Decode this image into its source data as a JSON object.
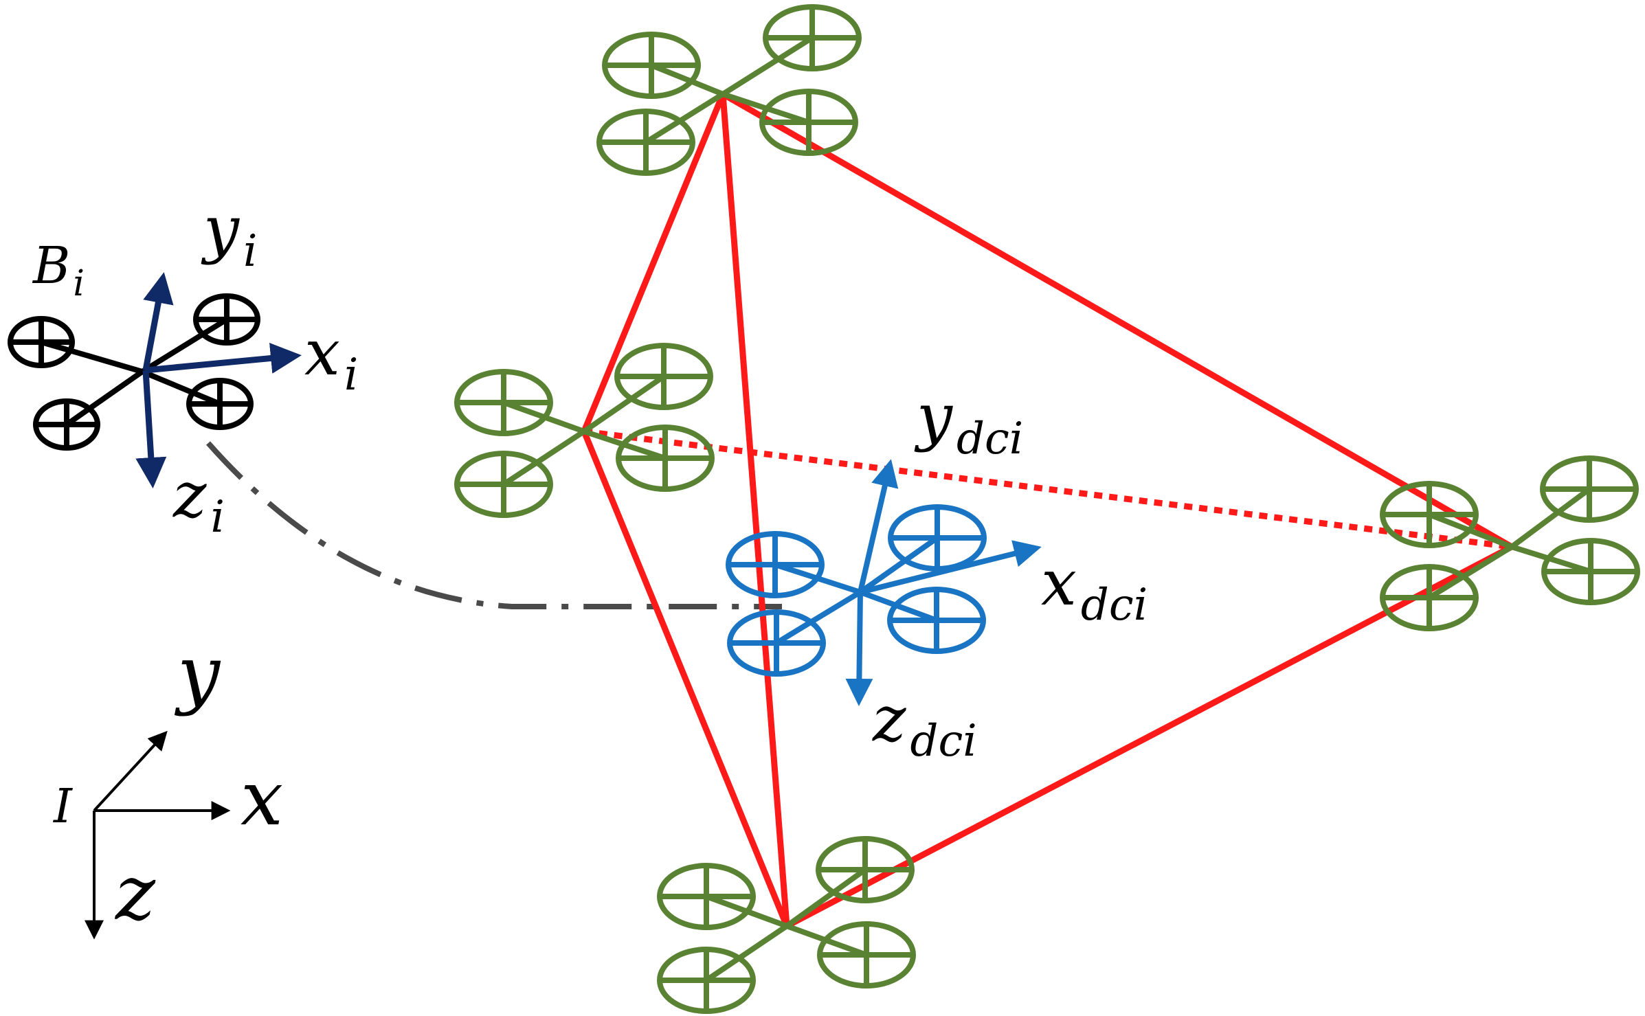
{
  "colors": {
    "background": "#ffffff",
    "formation_edge": "#ff1a1a",
    "follower_drone": "#5a8233",
    "desired_drone": "#1a74c4",
    "body_frame_axes": "#0f2a66",
    "agent_drone": "#000000",
    "trajectory": "#4a4a4a",
    "inertial_axes": "#000000"
  },
  "labels": {
    "body_frame": {
      "base": "B",
      "sub": "i"
    },
    "body_x": {
      "base": "x",
      "sub": "i"
    },
    "body_y": {
      "base": "y",
      "sub": "i"
    },
    "body_z": {
      "base": "z",
      "sub": "i"
    },
    "desired_x": {
      "base": "x",
      "sub": "dci"
    },
    "desired_y": {
      "base": "y",
      "sub": "dci"
    },
    "desired_z": {
      "base": "z",
      "sub": "dci"
    },
    "inertial_origin": "I",
    "inertial_x": "x",
    "inertial_y": "y",
    "inertial_z": "z"
  },
  "icons": {
    "drone": "quadrotor-icon",
    "rotor": "rotor-crosshair-icon"
  }
}
